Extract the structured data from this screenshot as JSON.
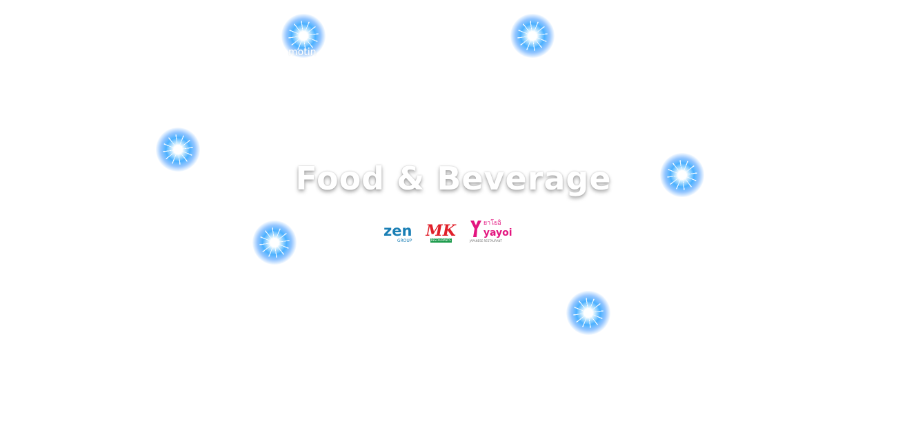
{
  "hero": {
    "faint_text": "motin",
    "title": "Food & Beverage"
  },
  "brands": [
    {
      "name": "zen",
      "sub": "GROUP",
      "color": "#1a7fb5"
    },
    {
      "name": "MK",
      "sub": "RESTAURANTS",
      "color": "#e0202a"
    },
    {
      "name": "yayoi",
      "thai": "ยาโยอิ",
      "sub": "JAPANESE RESTAURANT",
      "color": "#e3157f"
    }
  ]
}
